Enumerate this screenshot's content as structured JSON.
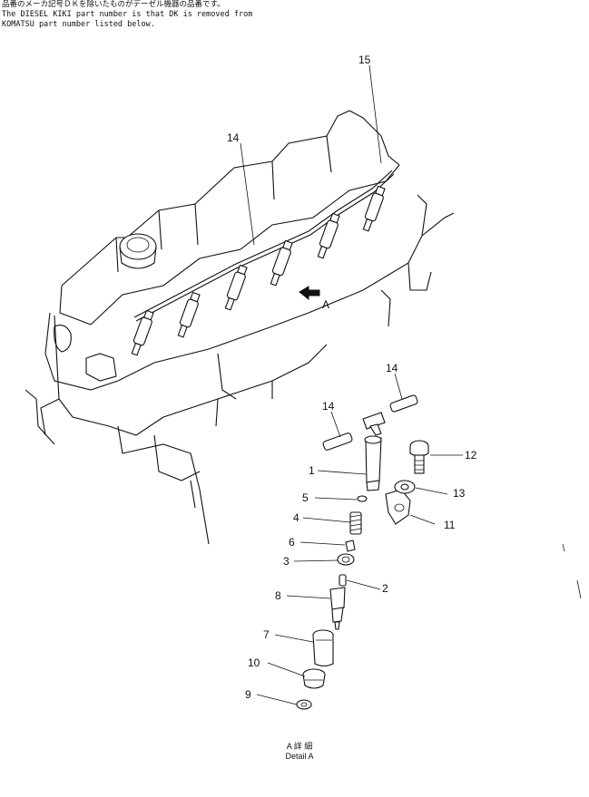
{
  "note": {
    "line1": "品番のメーカ記号ＤＫを除いたものがデーゼル機器の品番です。",
    "line2": "The DIESEL KIKI part number is that DK is removed from",
    "line3": "KOMATSU part number listed below."
  },
  "arrow_label": "A",
  "detail_caption": {
    "jp": "A 詳 細",
    "en": "Detail A"
  },
  "callouts": [
    "15",
    "14",
    "14",
    "14",
    "12",
    "1",
    "13",
    "5",
    "11",
    "4",
    "6",
    "3",
    "2",
    "8",
    "7",
    "10",
    "9"
  ]
}
